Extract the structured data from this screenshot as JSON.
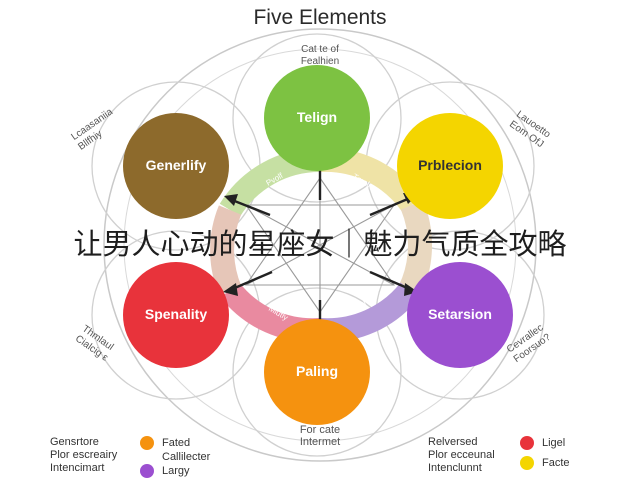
{
  "title": "Five Elements",
  "top_note": [
    "Cat te of",
    "Fealhien"
  ],
  "bottom_note": [
    "For cate",
    "Intermet"
  ],
  "elements": [
    {
      "name": "Telign",
      "color": "#7dc242"
    },
    {
      "name": "Prblecion",
      "color": "#f4d500"
    },
    {
      "name": "Setarsion",
      "color": "#9b4fd0"
    },
    {
      "name": "Paling",
      "color": "#f5920f"
    },
    {
      "name": "Spenality",
      "color": "#e8333b"
    },
    {
      "name": "Generlify",
      "color": "#8d6a2c"
    }
  ],
  "side_labels": {
    "top_left": [
      "Lcaasaniia",
      "Bllfhiy"
    ],
    "top_right": [
      "Lauoetto",
      "Eom OfJ"
    ],
    "bottom_left": [
      "Thmlaul",
      "Cialcig ε"
    ],
    "bottom_right": [
      "Cevrallec",
      "Foorsuo?"
    ]
  },
  "ring_labels": [
    "Pvolf",
    "Tmalr",
    "Mlutly",
    "Fmalcr"
  ],
  "banner": "让男人心动的星座女｜魅力气质全攻略",
  "legend_left": {
    "lines": [
      "Gensrtore",
      "Plor escreairy",
      "Intencimart"
    ],
    "items": [
      {
        "label": "Fated",
        "color": "#f5920f"
      },
      {
        "label": "Callilecter",
        "color": "#ffffff"
      },
      {
        "label": "Largy",
        "color": "#9b4fd0"
      }
    ]
  },
  "legend_right": {
    "lines": [
      "Relversed",
      "Plor ecceunal",
      "Intenclunnt"
    ],
    "items": [
      {
        "label": "Ligel",
        "color": "#e8333b"
      },
      {
        "label": "Facte",
        "color": "#f4d500"
      }
    ]
  }
}
